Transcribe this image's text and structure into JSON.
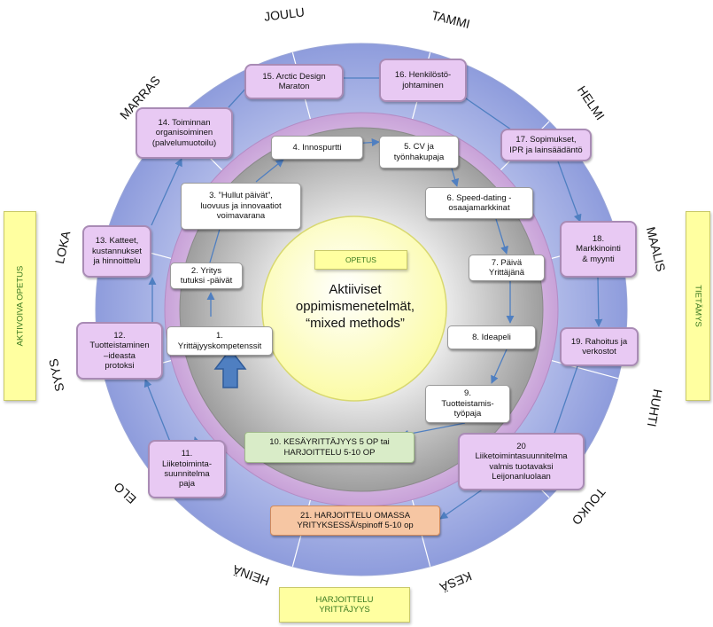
{
  "center": {
    "label": "OPETUS",
    "title": "Aktiiviset\noppimismenetelmät,\n“mixed methods”"
  },
  "side_labels": {
    "left": "AKTIVOIVA OPETUS",
    "right": "TIETÄMYS",
    "bottom": "HARJOITTELU\nYRITTÄJYYS"
  },
  "months": {
    "joulu": "JOULU",
    "tammi": "TAMMI",
    "helmi": "HELMI",
    "maalis": "MAALIS",
    "huhti": "HUHTI",
    "touko": "TOUKO",
    "kesa": "KESÄ",
    "heina": "HEINÄ",
    "elo": "ELO",
    "syys": "SYYS",
    "loka": "LOKA",
    "marras": "MARRAS"
  },
  "steps": {
    "s1": "1.\nYrittäjyyskompetenssit",
    "s2": "2. Yritys\ntutuksi -päivät",
    "s3": "3. ”Hullut päivät”,\nluovuus ja innovaatiot\nvoimavarana",
    "s4": "4. Innospurtti",
    "s5": "5. CV ja\ntyönhakupaja",
    "s6": "6. Speed-dating -\nosaajamarkkinat",
    "s7": "7. Päivä\nYrittäjänä",
    "s8": "8. Ideapeli",
    "s9": "9.\nTuotteistamis-\ntyöpaja",
    "s10": "10. KESÄYRITTÄJYYS 5 OP tai\nHARJOITTELU 5-10 OP",
    "s11": "11.\nLiiketoiminta-\nsuunnitelma\npaja",
    "s12": "12.\nTuotteistaminen\n–ideasta\nprotoksi",
    "s13": "13. Katteet,\nkustannukset\nja hinnoittelu",
    "s14": "14. Toiminnan\norganisoiminen\n(palvelumuotoilu)",
    "s15": "15. Arctic Design\nMaraton",
    "s16": "16. Henkilöstö-\njohtaminen",
    "s17": "17. Sopimukset,\nIPR ja lainsäädäntö",
    "s18": "18.\nMarkkinointi\n& myynti",
    "s19": "19. Rahoitus ja\nverkostot",
    "s20": "20\nLiiketoimintasuunnitelma\nvalmis tuotavaksi\nLeijonanluolaan",
    "s21": "21. HARJOITTELU OMASSA\nYRITYKSESSÄ/spinoff 5-10 op"
  },
  "colors": {
    "outer_ring": "#b9c3ec",
    "middle_ring": "#d9b8e6",
    "inner_ring": "#c9c9c9",
    "center_circle": "#ffffc0",
    "arrow": "#4f7fc1",
    "step_box": "#ffffff",
    "advanced_box": "#e8c9f3",
    "summer_box": "#d9ecc8",
    "practice_box": "#f6c6a3"
  }
}
